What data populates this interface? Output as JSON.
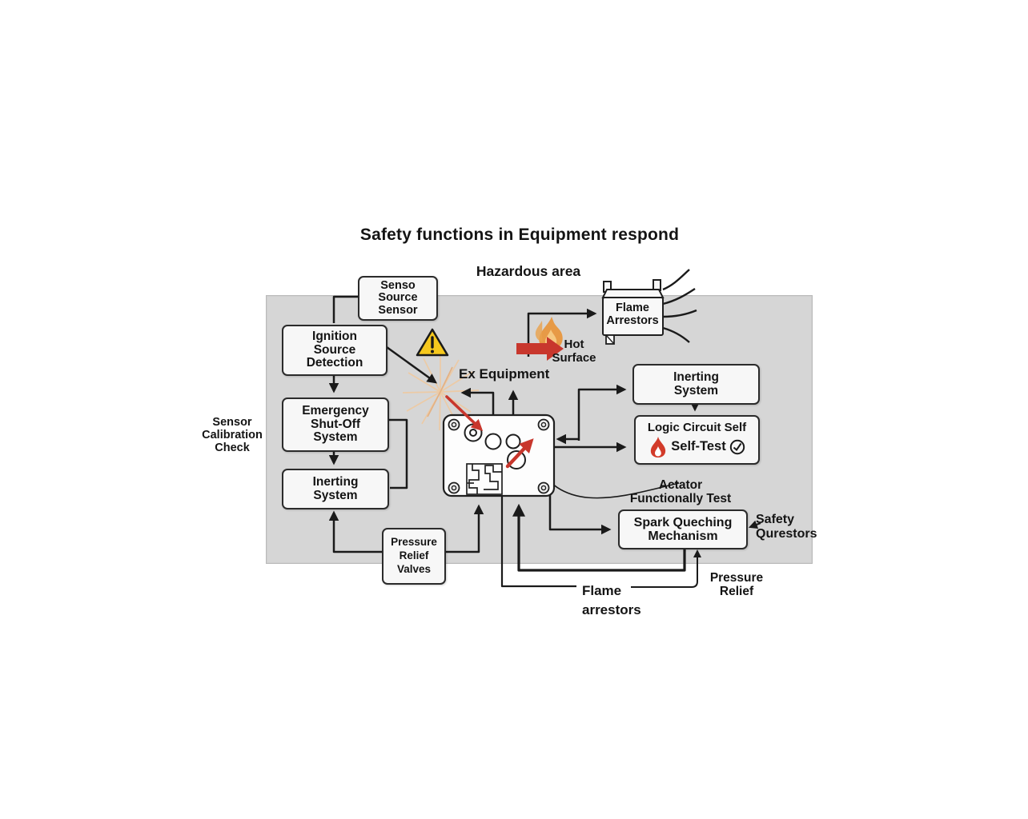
{
  "title": "Safety functions in Equipment respond",
  "area_label": "Hazardous area",
  "boxes": {
    "senso_source_sensor": "Senso\nSource\nSensor",
    "ignition_source_detection": "Ignition\nSource\nDetection",
    "emergency_shutoff": "Emergency\nShut-Off\nSystem",
    "inerting_left": "Inerting\nSystem",
    "pressure_relief_valves": "Pressure\nRelief\nValves",
    "flame_arrestors_device": "Flame\nArrestors",
    "inerting_right": "Inerting\nSystem",
    "logic_circuit_line1": "Logic Circuit Self",
    "logic_circuit_line2": "Self-Test",
    "spark_quenching": "Spark Queching\nMechanism"
  },
  "labels": {
    "sensor_calibration": "Sensor\nCalibration\nCheck",
    "ex_equipment": "Ex Equipment",
    "hot_surface": "Hot\nSurface",
    "actuator_test": "Actator\nFunctionally Test",
    "safety_qurestors": "Safety\nQurestors",
    "pressure_relief": "Pressure\nRelief",
    "flame_arrestors": "Flame\narrestors"
  },
  "icons": {
    "warning": "warning-triangle-icon",
    "spark": "spark-burst-icon",
    "hot_flame": "flame-icon",
    "logic_flame": "flame-icon",
    "self_test_check": "check-circle-icon",
    "hot_arrow": "red-arrow-icon",
    "actuator_arrow": "red-arrow-icon"
  },
  "colors": {
    "panel": "#d6d6d6",
    "box_fill": "#f7f7f7",
    "line": "#1a1a1a",
    "accent_red": "#c8372d",
    "warning_yellow": "#f6c81d",
    "spark_tan": "#eccaa5",
    "flame_orange": "#e99336"
  }
}
